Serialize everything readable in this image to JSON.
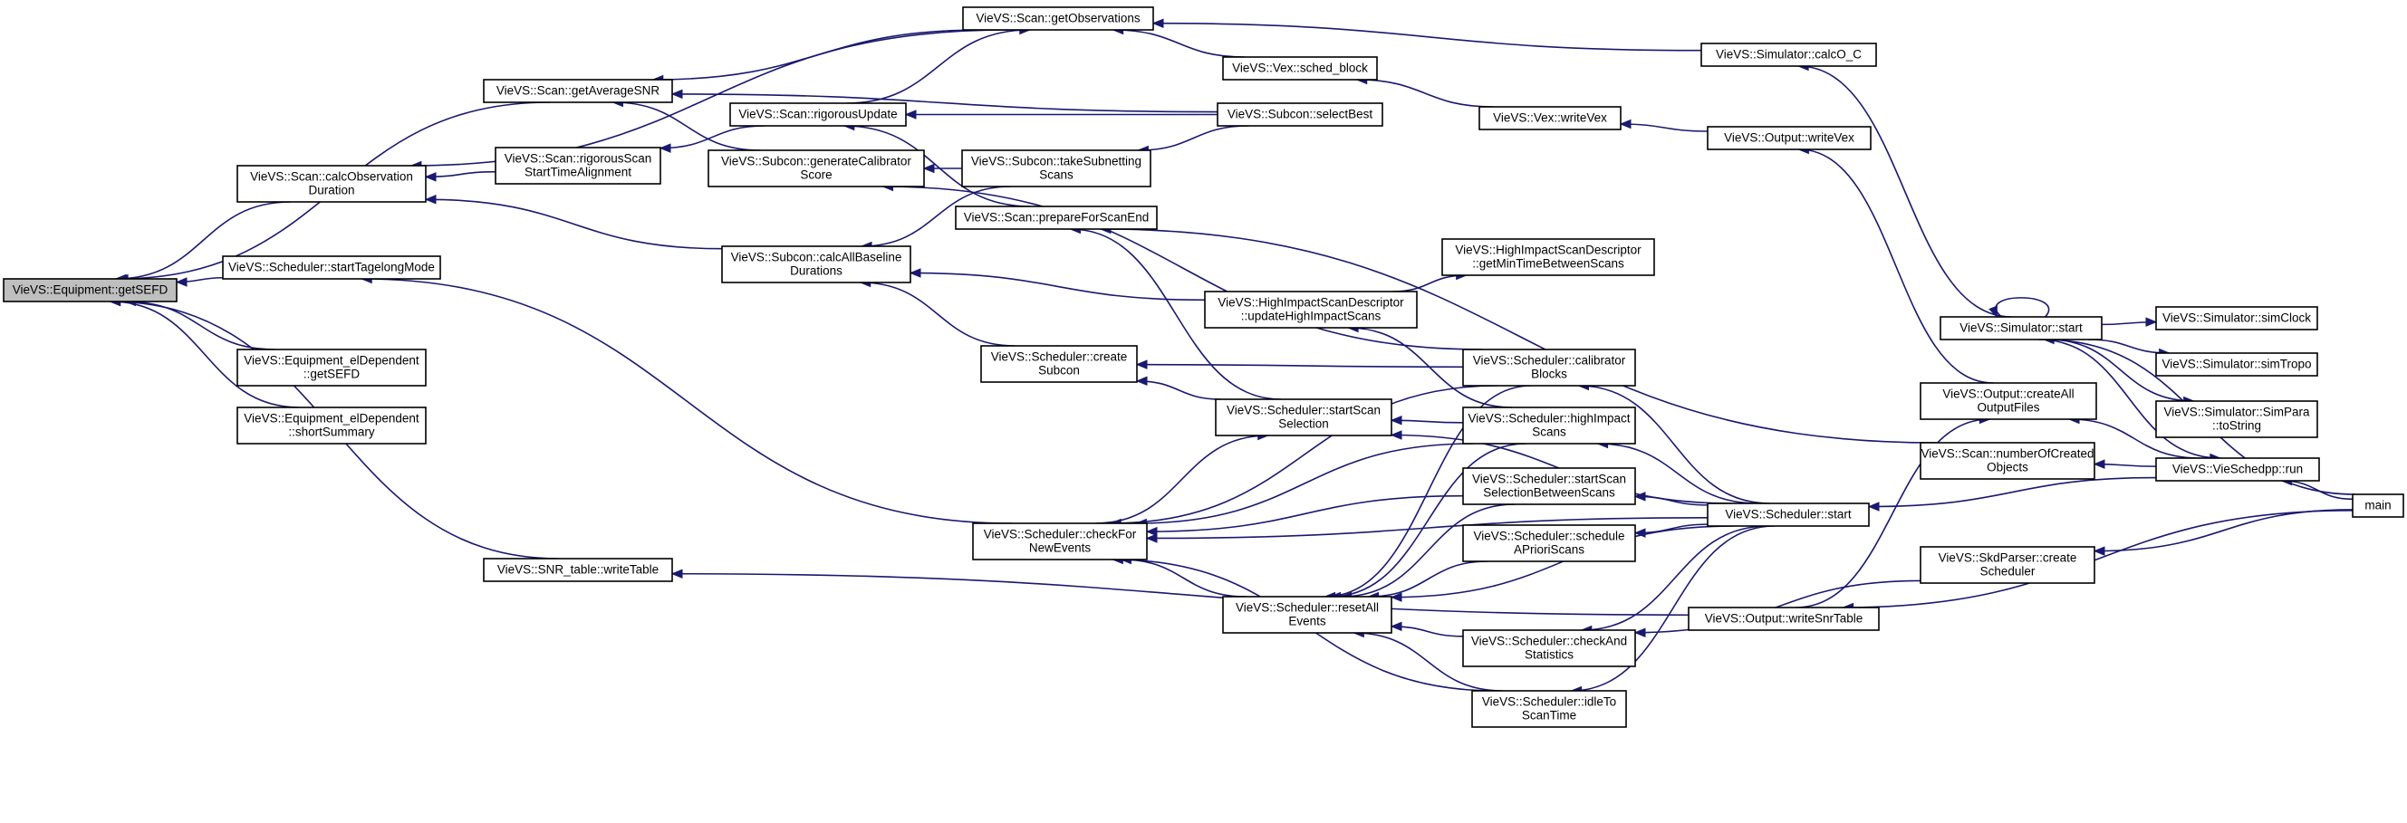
{
  "graph": {
    "nodes": [
      {
        "id": "getSEFD",
        "lines": [
          "VieVS::Equipment::getSEFD"
        ],
        "root": true
      },
      {
        "id": "eqDepGetSEFD",
        "lines": [
          "VieVS::Equipment_elDependent",
          "::getSEFD"
        ]
      },
      {
        "id": "eqDepShortSummary",
        "lines": [
          "VieVS::Equipment_elDependent",
          "::shortSummary"
        ]
      },
      {
        "id": "startTagelong",
        "lines": [
          "VieVS::Scheduler::startTagelongMode"
        ]
      },
      {
        "id": "snrWriteTable",
        "lines": [
          "VieVS::SNR_table::writeTable"
        ]
      },
      {
        "id": "getAverageSNR",
        "lines": [
          "VieVS::Scan::getAverageSNR"
        ]
      },
      {
        "id": "calcObsDuration",
        "lines": [
          "VieVS::Scan::calcObservation",
          "Duration"
        ]
      },
      {
        "id": "rigorousScanStart",
        "lines": [
          "VieVS::Scan::rigorousScan",
          "StartTimeAlignment"
        ]
      },
      {
        "id": "getObservations",
        "lines": [
          "VieVS::Scan::getObservations"
        ]
      },
      {
        "id": "rigorousUpdate",
        "lines": [
          "VieVS::Scan::rigorousUpdate"
        ]
      },
      {
        "id": "genCalibScore",
        "lines": [
          "VieVS::Subcon::generateCalibrator",
          "Score"
        ]
      },
      {
        "id": "calcAllBaseline",
        "lines": [
          "VieVS::Subcon::calcAllBaseline",
          "Durations"
        ]
      },
      {
        "id": "takeSubnetting",
        "lines": [
          "VieVS::Subcon::takeSubnetting",
          "Scans"
        ]
      },
      {
        "id": "prepareForScanEnd",
        "lines": [
          "VieVS::Scan::prepareForScanEnd"
        ]
      },
      {
        "id": "schedBlock",
        "lines": [
          "VieVS::Vex::sched_block"
        ]
      },
      {
        "id": "selectBest",
        "lines": [
          "VieVS::Subcon::selectBest"
        ]
      },
      {
        "id": "writeVex",
        "lines": [
          "VieVS::Vex::writeVex"
        ]
      },
      {
        "id": "calcOC",
        "lines": [
          "VieVS::Simulator::calcO_C"
        ]
      },
      {
        "id": "outputWriteVex",
        "lines": [
          "VieVS::Output::writeVex"
        ]
      },
      {
        "id": "getMinTime",
        "lines": [
          "VieVS::HighImpactScanDescriptor",
          "::getMinTimeBetweenScans"
        ]
      },
      {
        "id": "updateHighImpact",
        "lines": [
          "VieVS::HighImpactScanDescriptor",
          "::updateHighImpactScans"
        ]
      },
      {
        "id": "createSubcon",
        "lines": [
          "VieVS::Scheduler::create",
          "Subcon"
        ]
      },
      {
        "id": "startScanSel",
        "lines": [
          "VieVS::Scheduler::startScan",
          "Selection"
        ]
      },
      {
        "id": "checkForNewEvents",
        "lines": [
          "VieVS::Scheduler::checkFor",
          "NewEvents"
        ]
      },
      {
        "id": "resetAllEvents",
        "lines": [
          "VieVS::Scheduler::resetAll",
          "Events"
        ]
      },
      {
        "id": "calibratorBlocks",
        "lines": [
          "VieVS::Scheduler::calibrator",
          "Blocks"
        ]
      },
      {
        "id": "highImpactScans",
        "lines": [
          "VieVS::Scheduler::highImpact",
          "Scans"
        ]
      },
      {
        "id": "startScanSelBetween",
        "lines": [
          "VieVS::Scheduler::startScan",
          "SelectionBetweenScans"
        ]
      },
      {
        "id": "scheduleAPriori",
        "lines": [
          "VieVS::Scheduler::schedule",
          "APrioriScans"
        ]
      },
      {
        "id": "checkAndStats",
        "lines": [
          "VieVS::Scheduler::checkAnd",
          "Statistics"
        ]
      },
      {
        "id": "idleToScanTime",
        "lines": [
          "VieVS::Scheduler::idleTo",
          "ScanTime"
        ]
      },
      {
        "id": "schedulerStart",
        "lines": [
          "VieVS::Scheduler::start"
        ]
      },
      {
        "id": "createAllOutput",
        "lines": [
          "VieVS::Output::createAll",
          "OutputFiles"
        ]
      },
      {
        "id": "numCreatedObjects",
        "lines": [
          "VieVS::Scan::numberOfCreated",
          "Objects"
        ]
      },
      {
        "id": "skdCreateScheduler",
        "lines": [
          "VieVS::SkdParser::create",
          "Scheduler"
        ]
      },
      {
        "id": "writeSnrTable",
        "lines": [
          "VieVS::Output::writeSnrTable"
        ]
      },
      {
        "id": "simStart",
        "lines": [
          "VieVS::Simulator::start"
        ]
      },
      {
        "id": "simClock",
        "lines": [
          "VieVS::Simulator::simClock"
        ]
      },
      {
        "id": "simTropo",
        "lines": [
          "VieVS::Simulator::simTropo"
        ]
      },
      {
        "id": "simParaToString",
        "lines": [
          "VieVS::Simulator::SimPara",
          "::toString"
        ]
      },
      {
        "id": "vieSchedRun",
        "lines": [
          "VieVS::VieSchedpp::run"
        ]
      },
      {
        "id": "main",
        "lines": [
          "main"
        ]
      }
    ],
    "edges": [
      {
        "from": "eqDepGetSEFD",
        "to": "getSEFD"
      },
      {
        "from": "eqDepShortSummary",
        "to": "getSEFD"
      },
      {
        "from": "startTagelong",
        "to": "getSEFD"
      },
      {
        "from": "snrWriteTable",
        "to": "getSEFD"
      },
      {
        "from": "getAverageSNR",
        "to": "getSEFD"
      },
      {
        "from": "calcObsDuration",
        "to": "getSEFD"
      },
      {
        "from": "getObservations",
        "to": "calcObsDuration"
      },
      {
        "from": "rigorousScanStart",
        "to": "calcObsDuration"
      },
      {
        "from": "calcAllBaseline",
        "to": "calcObsDuration"
      },
      {
        "from": "getObservations",
        "to": "getAverageSNR"
      },
      {
        "from": "selectBest",
        "to": "getAverageSNR"
      },
      {
        "from": "genCalibScore",
        "to": "getAverageSNR"
      },
      {
        "from": "rigorousUpdate",
        "to": "rigorousScanStart"
      },
      {
        "from": "rigorousUpdate",
        "to": "getObservations"
      },
      {
        "from": "schedBlock",
        "to": "getObservations"
      },
      {
        "from": "calcOC",
        "to": "getObservations"
      },
      {
        "from": "selectBest",
        "to": "rigorousUpdate"
      },
      {
        "from": "prepareForScanEnd",
        "to": "rigorousUpdate"
      },
      {
        "from": "takeSubnetting",
        "to": "genCalibScore"
      },
      {
        "from": "calibratorBlocks",
        "to": "genCalibScore"
      },
      {
        "from": "takeSubnetting",
        "to": "calcAllBaseline"
      },
      {
        "from": "updateHighImpact",
        "to": "calcAllBaseline"
      },
      {
        "from": "createSubcon",
        "to": "calcAllBaseline"
      },
      {
        "from": "selectBest",
        "to": "takeSubnetting"
      },
      {
        "from": "writeVex",
        "to": "schedBlock"
      },
      {
        "from": "outputWriteVex",
        "to": "writeVex"
      },
      {
        "from": "createAllOutput",
        "to": "outputWriteVex"
      },
      {
        "from": "simStart",
        "to": "calcOC"
      },
      {
        "from": "numCreatedObjects",
        "to": "prepareForScanEnd"
      },
      {
        "from": "startScanSel",
        "to": "prepareForScanEnd"
      },
      {
        "from": "updateHighImpact",
        "to": "getMinTime"
      },
      {
        "from": "highImpactScans",
        "to": "updateHighImpact"
      },
      {
        "from": "startScanSel",
        "to": "createSubcon"
      },
      {
        "from": "calibratorBlocks",
        "to": "createSubcon"
      },
      {
        "from": "checkForNewEvents",
        "to": "startScanSel"
      },
      {
        "from": "highImpactScans",
        "to": "startScanSel"
      },
      {
        "from": "schedulerStart",
        "to": "startScanSel"
      },
      {
        "from": "checkForNewEvents",
        "to": "startTagelong"
      },
      {
        "from": "calibratorBlocks",
        "to": "checkForNewEvents"
      },
      {
        "from": "highImpactScans",
        "to": "checkForNewEvents"
      },
      {
        "from": "startScanSelBetween",
        "to": "checkForNewEvents"
      },
      {
        "from": "resetAllEvents",
        "to": "checkForNewEvents"
      },
      {
        "from": "idleToScanTime",
        "to": "checkForNewEvents"
      },
      {
        "from": "schedulerStart",
        "to": "checkForNewEvents"
      },
      {
        "from": "calibratorBlocks",
        "to": "resetAllEvents"
      },
      {
        "from": "highImpactScans",
        "to": "resetAllEvents"
      },
      {
        "from": "startScanSelBetween",
        "to": "resetAllEvents"
      },
      {
        "from": "scheduleAPriori",
        "to": "resetAllEvents"
      },
      {
        "from": "checkAndStats",
        "to": "resetAllEvents"
      },
      {
        "from": "idleToScanTime",
        "to": "resetAllEvents"
      },
      {
        "from": "schedulerStart",
        "to": "resetAllEvents"
      },
      {
        "from": "schedulerStart",
        "to": "calibratorBlocks"
      },
      {
        "from": "schedulerStart",
        "to": "highImpactScans"
      },
      {
        "from": "schedulerStart",
        "to": "startScanSelBetween"
      },
      {
        "from": "schedulerStart",
        "to": "scheduleAPriori"
      },
      {
        "from": "schedulerStart",
        "to": "checkAndStats"
      },
      {
        "from": "schedulerStart",
        "to": "idleToScanTime"
      },
      {
        "from": "skdCreateScheduler",
        "to": "checkAndStats"
      },
      {
        "from": "vieSchedRun",
        "to": "schedulerStart"
      },
      {
        "from": "vieSchedRun",
        "to": "createAllOutput"
      },
      {
        "from": "vieSchedRun",
        "to": "numCreatedObjects"
      },
      {
        "from": "simStart",
        "to": "vieSchedRun"
      },
      {
        "from": "main",
        "to": "vieSchedRun"
      },
      {
        "from": "main",
        "to": "simStart"
      },
      {
        "from": "main",
        "to": "skdCreateScheduler"
      },
      {
        "from": "simStart",
        "to": "simClock"
      },
      {
        "from": "simStart",
        "to": "simTropo"
      },
      {
        "from": "simStart",
        "to": "simParaToString"
      },
      {
        "from": "simStart",
        "to": "simStart"
      },
      {
        "from": "writeSnrTable",
        "to": "snrWriteTable"
      },
      {
        "from": "main",
        "to": "writeSnrTable"
      },
      {
        "from": "writeSnrTable",
        "to": "createAllOutput"
      }
    ]
  }
}
